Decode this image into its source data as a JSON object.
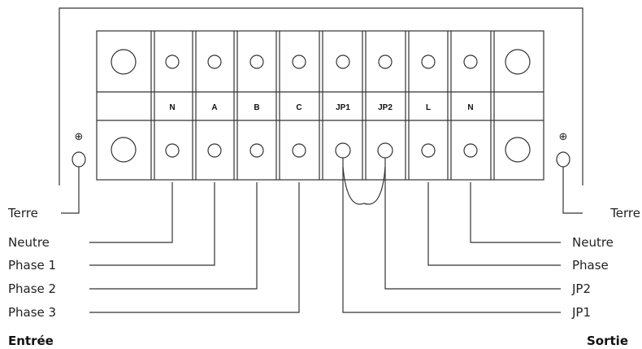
{
  "terminals": [
    "N",
    "A",
    "B",
    "C",
    "JP1",
    "JP2",
    "L",
    "N"
  ],
  "ground_symbol": "⊕",
  "left": {
    "header": "Entrée",
    "earth": "Terre",
    "labels": [
      "Neutre",
      "Phase 1",
      "Phase 2",
      "Phase 3"
    ]
  },
  "right": {
    "header": "Sortie",
    "earth": "Terre",
    "labels": [
      "Neutre",
      "Phase",
      "JP2",
      "JP1"
    ]
  }
}
